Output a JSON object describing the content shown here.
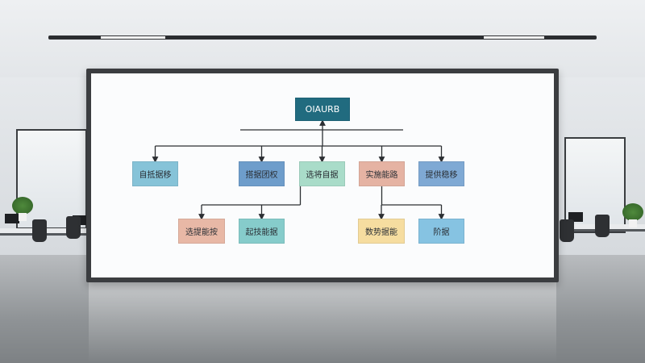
{
  "diagram": {
    "root": {
      "label": "OIAURB",
      "color": "#216b7f"
    },
    "level1": [
      {
        "label": "自抵据移",
        "color": "#86c3d8"
      },
      {
        "label": "搭据团权",
        "color": "#6e9dcb"
      },
      {
        "label": "选将自据",
        "color": "#a9dcc9"
      },
      {
        "label": "实施能路",
        "color": "#e5b3a3"
      },
      {
        "label": "提供稳移",
        "color": "#7fa9d4"
      }
    ],
    "level2": [
      {
        "label": "选提能按",
        "color": "#e8b8a6",
        "parent": 2
      },
      {
        "label": "起技能据",
        "color": "#86cccb",
        "parent": 2
      },
      {
        "label": "数势据能",
        "color": "#f6dda0",
        "parent": 3
      },
      {
        "label": "阶据",
        "color": "#86c3e2",
        "parent": 3
      }
    ],
    "line_color": "#2c2f33"
  }
}
